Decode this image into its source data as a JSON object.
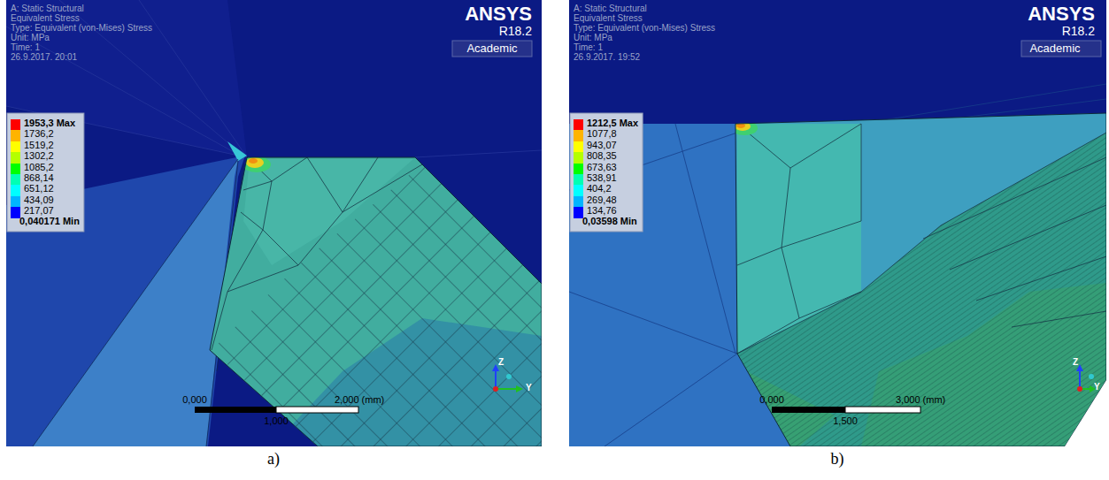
{
  "diagram": {
    "labels": [
      "A: Static Structural",
      "Equivalent Stress",
      "Type: Equivalent (von-Mises) Stress",
      "Unit: MPa",
      "Time: 1",
      "26.9.2017. 20:01",
      "ANSYS",
      "R18.2",
      "Academic",
      "0,040171 Min",
      "0,000",
      "2,000 (mm)",
      "1,000",
      "Z",
      "Y",
      "a)",
      "A: Static Structural",
      "Equivalent Stress",
      "Type: Equivalent (von-Mises) Stress",
      "Unit: MPa",
      "Time: 1",
      "26.9.2017. 19:52",
      "ANSYS",
      "R18.2",
      "Academic",
      "0,03598 Min",
      "0,000",
      "3,000 (mm)",
      "1,500",
      "Z",
      "Y",
      "b)"
    ],
    "legend": [
      {
        "text": "1953,3 Max",
        "color": "#ff0000"
      },
      {
        "text": "1736,2",
        "color": "#ffb400"
      },
      {
        "text": "1519,2",
        "color": "#ffff00"
      },
      {
        "text": "1302,2",
        "color": "#b4ff00"
      },
      {
        "text": "1085,2",
        "color": "#00ff00"
      },
      {
        "text": "868,14",
        "color": "#00ffb4"
      },
      {
        "text": "651,12",
        "color": "#00ffff"
      },
      {
        "text": "434,09",
        "color": "#00b4ff"
      },
      {
        "text": "217,07",
        "color": "#0000ff"
      },
      {
        "text": "1212,5 Max",
        "color": "#ff0000"
      },
      {
        "text": "1077,8",
        "color": "#ffb400"
      },
      {
        "text": "943,07",
        "color": "#ffff00"
      },
      {
        "text": "808,35",
        "color": "#b4ff00"
      },
      {
        "text": "673,63",
        "color": "#00ff00"
      },
      {
        "text": "538,91",
        "color": "#00ffb4"
      },
      {
        "text": "404,2",
        "color": "#00ffff"
      },
      {
        "text": "269,48",
        "color": "#00b4ff"
      },
      {
        "text": "134,76",
        "color": "#0000ff"
      }
    ]
  }
}
